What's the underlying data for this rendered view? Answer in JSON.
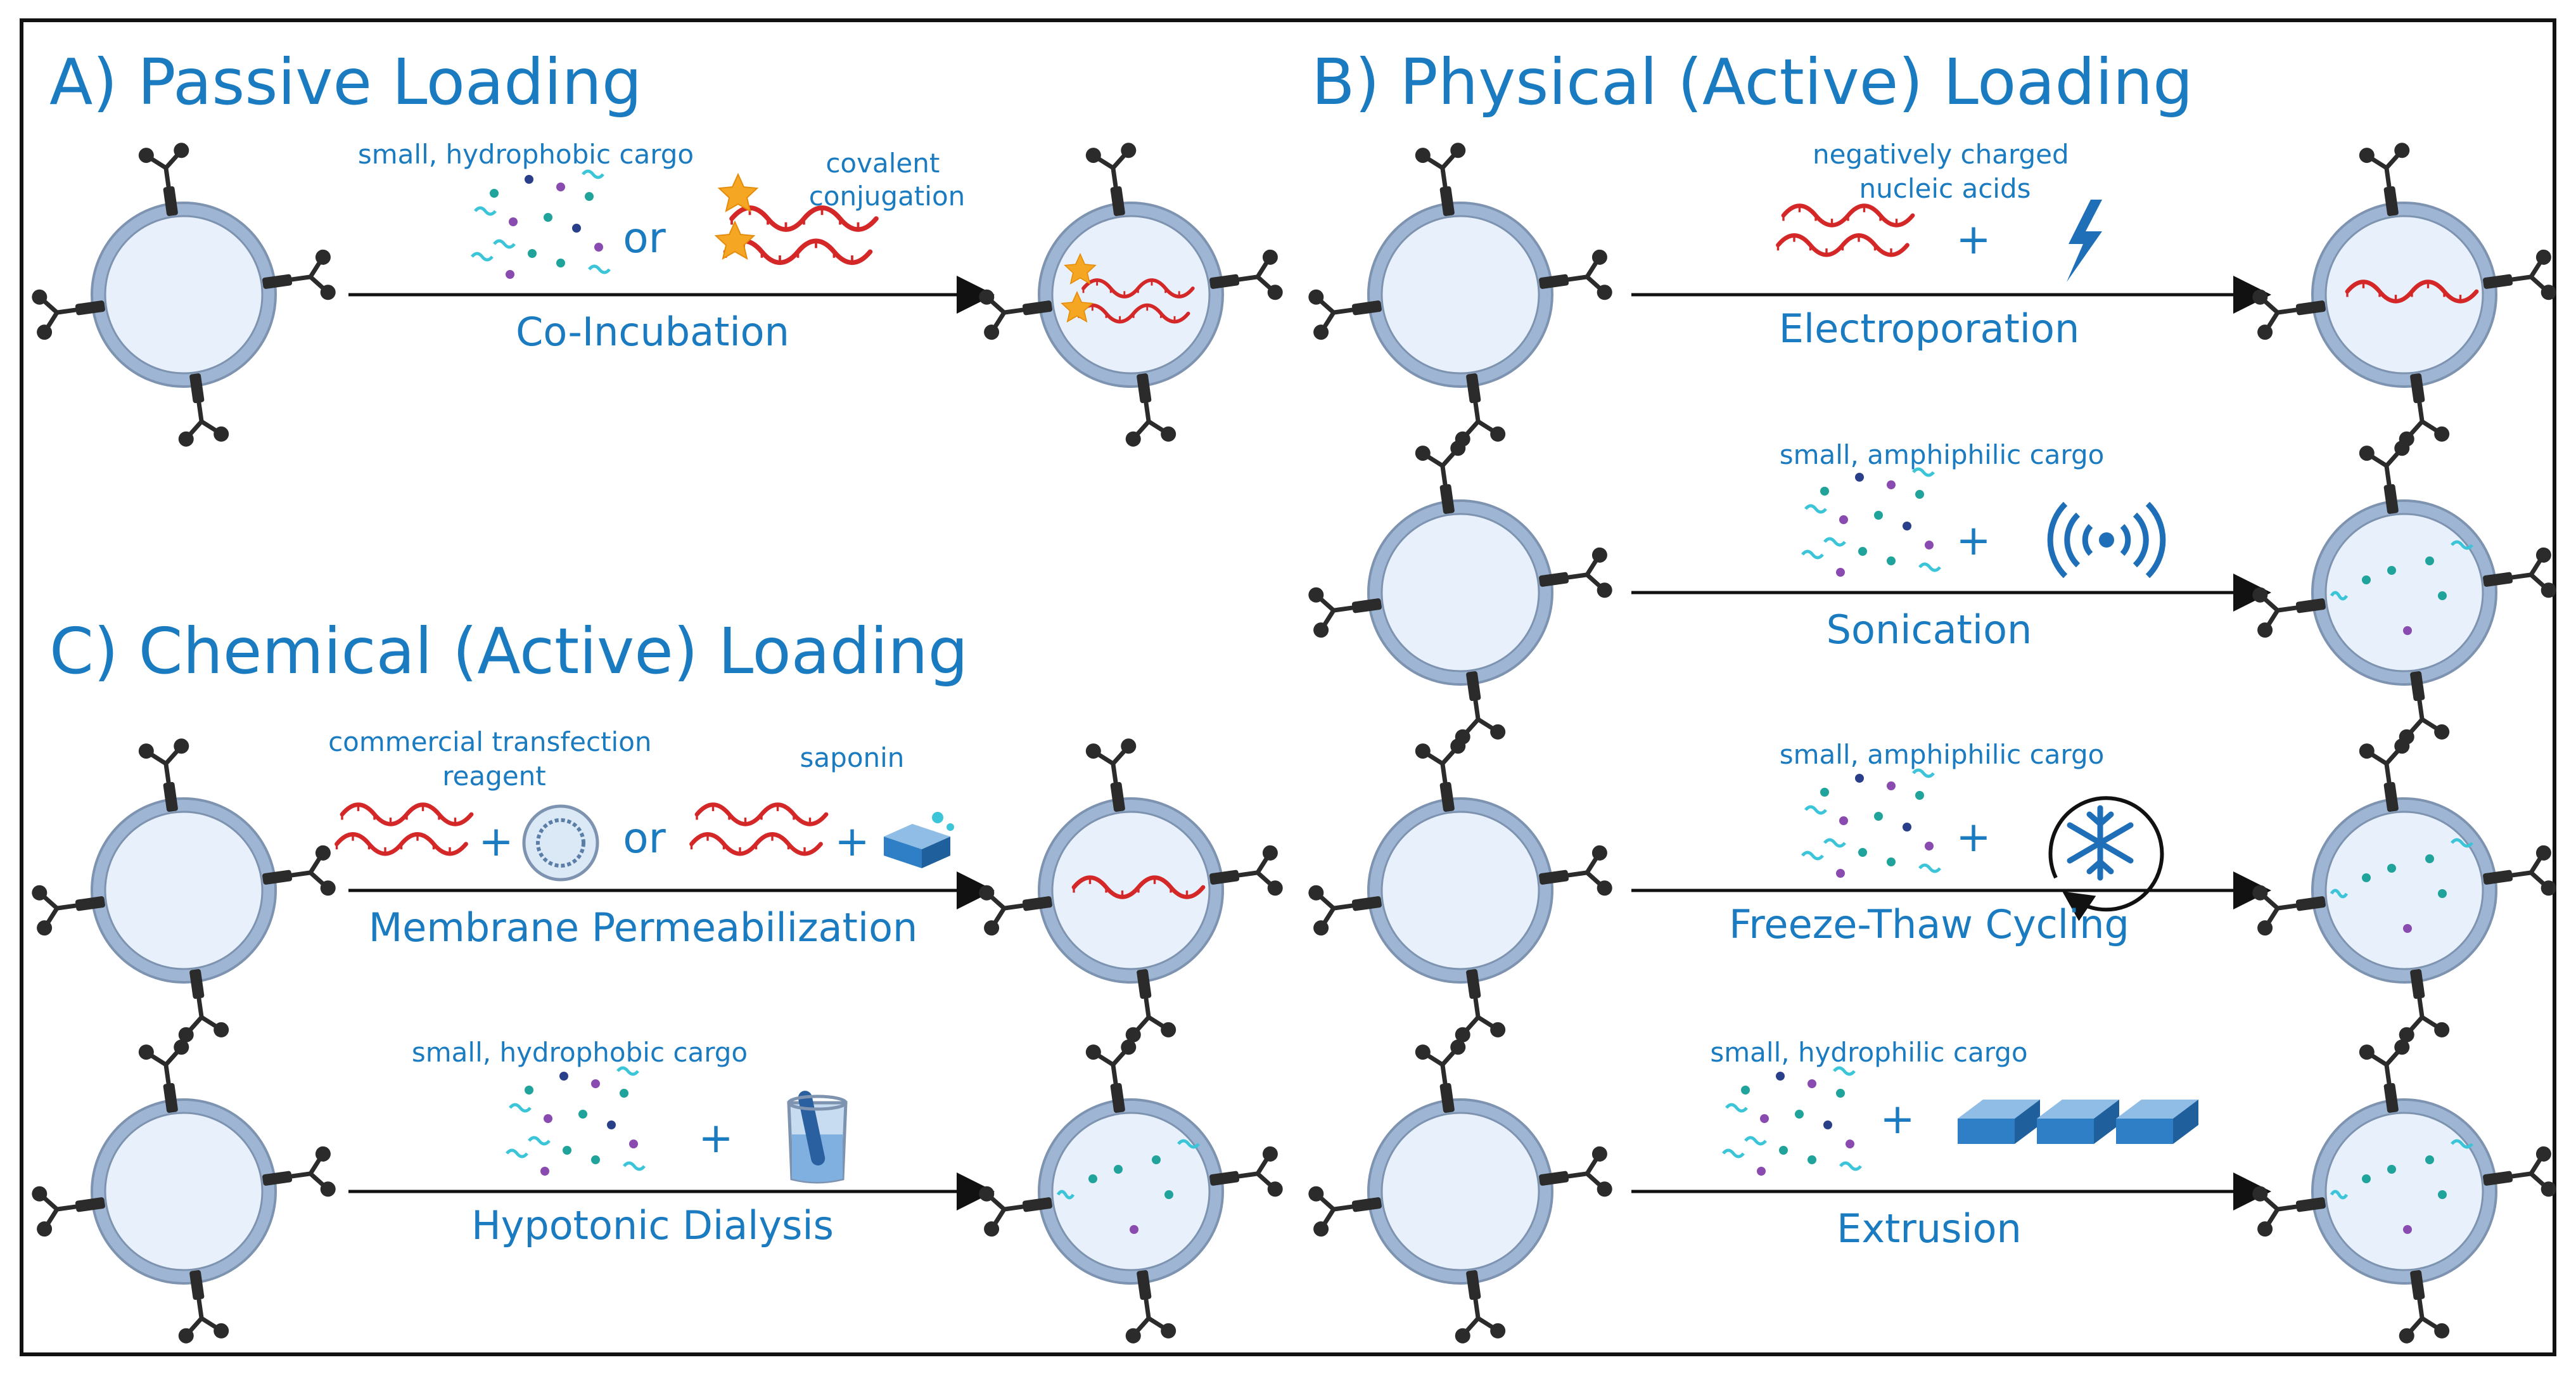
{
  "colors": {
    "accent": "#1a7bc0",
    "frame": "#111111",
    "vesicle_fill": "#e8f1fb",
    "vesicle_ring": "#9eb6d3",
    "vesicle_ring_edge": "#7d93b0",
    "marker": "#2b2b2b",
    "nucleic_acid": "#d42828",
    "star": "#f5a623",
    "cargo_teal": "#1fa39a",
    "cargo_purple": "#8a4bb0",
    "cargo_navy": "#2a3f8a",
    "cargo_cyan": "#3cc4d8",
    "icon_blue": "#1f6fb8"
  },
  "sections": {
    "passive": {
      "title": "A) Passive Loading",
      "methods": [
        {
          "name": "Co-Incubation",
          "cargo_label": "small, hydrophobic cargo",
          "joiner": "or",
          "extra_label": "covalent\nconjugation"
        }
      ]
    },
    "physical": {
      "title": "B) Physical (Active) Loading",
      "methods": [
        {
          "name": "Electroporation",
          "cargo_label": "negatively charged\nnucleic acids",
          "joiner": "+",
          "icon": "lightning-icon"
        },
        {
          "name": "Sonication",
          "cargo_label": "small, amphiphilic cargo",
          "joiner": "+",
          "icon": "sound-wave-icon"
        },
        {
          "name": "Freeze-Thaw Cycling",
          "cargo_label": "small, amphiphilic cargo",
          "joiner": "+",
          "icon": "snowflake-cycle-icon"
        },
        {
          "name": "Extrusion",
          "cargo_label": "small, hydrophilic cargo",
          "joiner": "+",
          "icon": "membrane-filter-icon"
        }
      ]
    },
    "chemical": {
      "title": "C) Chemical (Active) Loading",
      "methods": [
        {
          "name": "Membrane Permeabilization",
          "cargo_label": "commercial transfection\nreagent",
          "joiner": "+",
          "joiner2": "or",
          "extra_label": "saponin",
          "joiner3": "+"
        },
        {
          "name": "Hypotonic Dialysis",
          "cargo_label": "small, hydrophobic cargo",
          "joiner": "+",
          "icon": "dialysis-beaker-icon"
        }
      ]
    }
  }
}
